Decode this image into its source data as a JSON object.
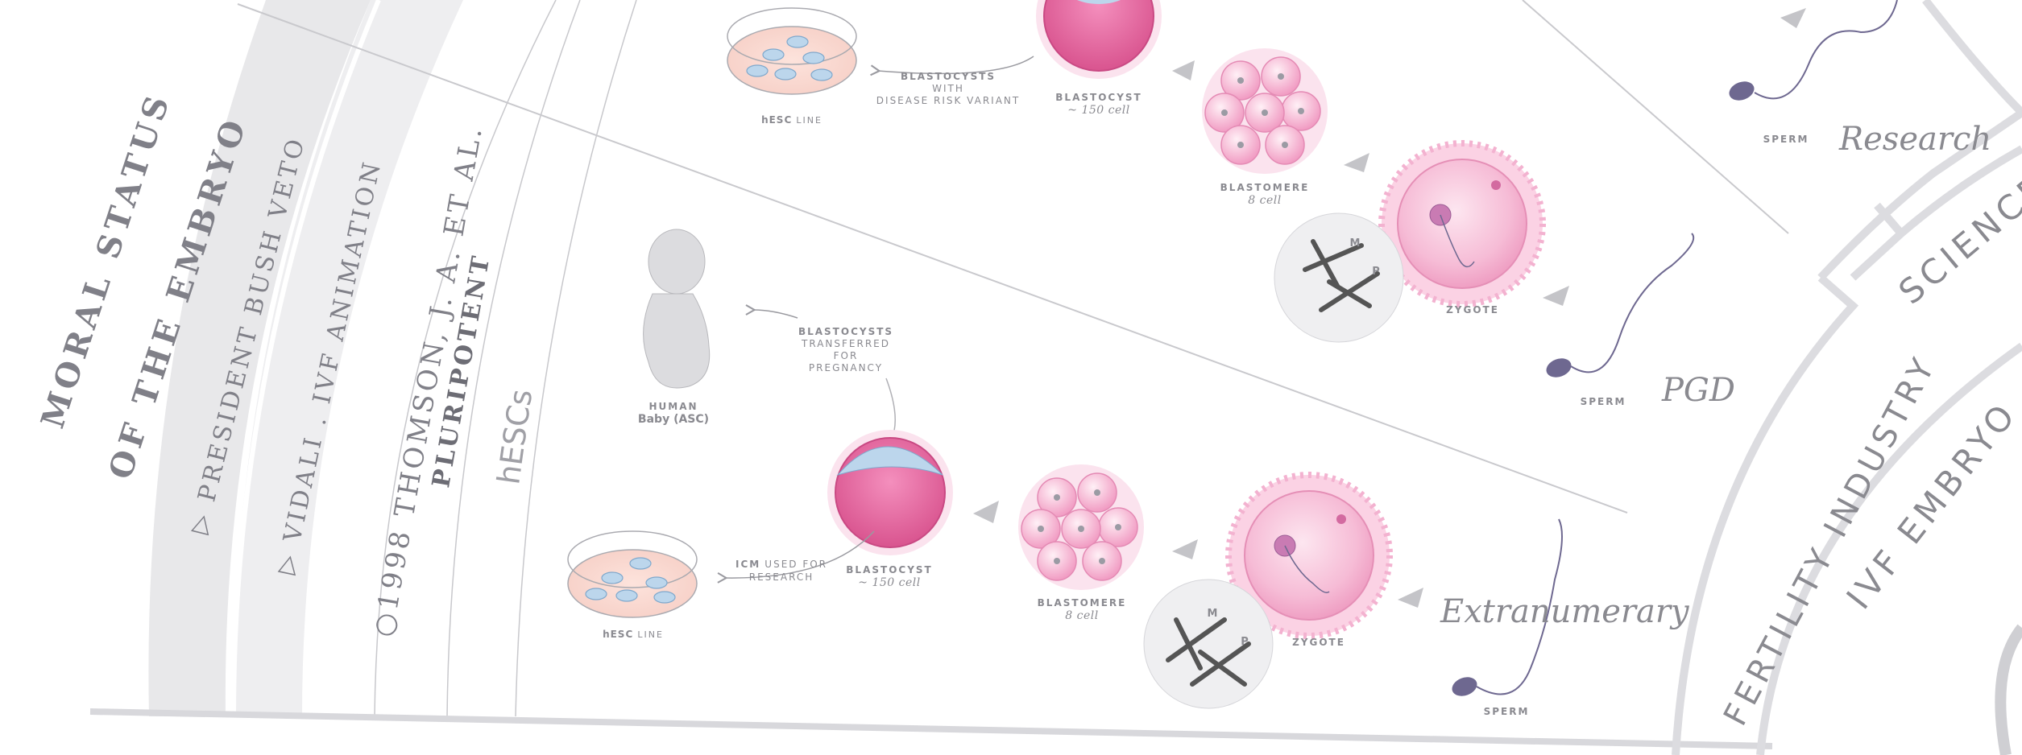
{
  "axis": {
    "title_line1": "MORAL STATUS",
    "title_line2": "OF THE EMBRYO",
    "item1": "PRESIDENT BUSH VETO",
    "item2": "VIDALI . IVF ANIMATION",
    "item3": "1998 THOMSON, J. A. ET AL.",
    "item4": "PLURIPOTENT",
    "item5": "hESCs"
  },
  "paths": {
    "research": "Research",
    "pgd": "PGD",
    "extranumerary": "Extranumerary"
  },
  "arcs": {
    "fertility": "FERTILITY INDUSTRY",
    "ivf": "IVF EMBRYO",
    "science": "SCIENCE"
  },
  "top_path": {
    "hesc_line": "hESC",
    "hesc_line_suffix": "LINE",
    "blastocysts_note_title": "BLASTOCYSTS",
    "blastocysts_note_line2": "WITH",
    "blastocysts_note_line3": "DISEASE RISK VARIANT",
    "blastocyst": "BLASTOCYST",
    "blastocyst_sub": "~ 150 cell",
    "blastomere": "BLASTOMERE",
    "blastomere_sub": "8 cell",
    "zygote": "ZYGOTE",
    "sperm": "SPERM",
    "sperm_top": "SPERM",
    "chrom_m": "M",
    "chrom_p": "P"
  },
  "bottom_path": {
    "baby_title": "HUMAN",
    "baby_sub": "Baby (ASC)",
    "transfer_line1": "BLASTOCYSTS",
    "transfer_line2": "TRANSFERRED",
    "transfer_line3": "FOR",
    "transfer_line4": "PREGNANCY",
    "icm_bold": "ICM",
    "icm_rest": "USED FOR",
    "icm_line2": "RESEARCH",
    "hesc_line": "hESC",
    "hesc_line_suffix": "LINE",
    "blastocyst": "BLASTOCYST",
    "blastocyst_sub": "~ 150 cell",
    "blastomere": "BLASTOMERE",
    "blastomere_sub": "8 cell",
    "zygote": "ZYGOTE",
    "sperm": "SPERM",
    "chrom_m": "M",
    "chrom_p": "P"
  },
  "colors": {
    "pink": "#f2a6c9",
    "pink_dark": "#e07bab",
    "cell_blue": "#9fc3de",
    "sperm": "#6e6890",
    "grey_text": "#8a8a90",
    "band": "#e6e6e8"
  }
}
